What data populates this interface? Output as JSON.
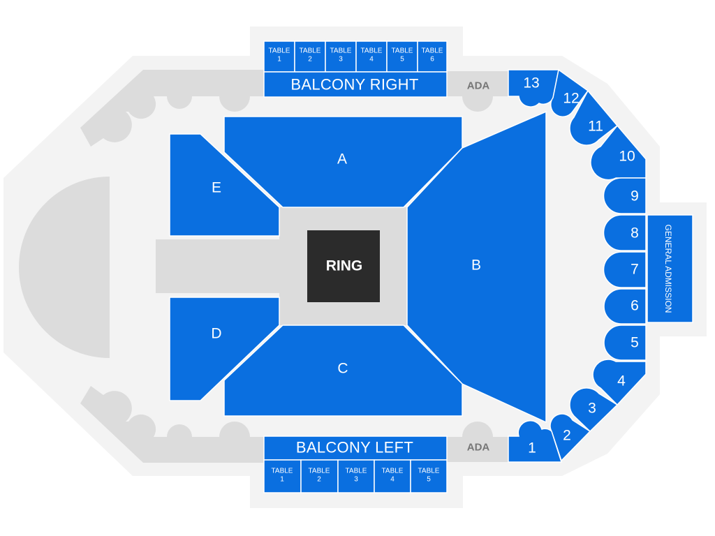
{
  "colors": {
    "section": "#0a6fe0",
    "venue_outer": "#f3f3f3",
    "concourse": "#dcdcdc",
    "ring": "#2b2b2b"
  },
  "ring_label": "RING",
  "floor_sections": {
    "A": "A",
    "B": "B",
    "C": "C",
    "D": "D",
    "E": "E"
  },
  "balcony_right": {
    "label": "BALCONY RIGHT",
    "tables": [
      {
        "line1": "TABLE",
        "line2": "1"
      },
      {
        "line1": "TABLE",
        "line2": "2"
      },
      {
        "line1": "TABLE",
        "line2": "3"
      },
      {
        "line1": "TABLE",
        "line2": "4"
      },
      {
        "line1": "TABLE",
        "line2": "5"
      },
      {
        "line1": "TABLE",
        "line2": "6"
      }
    ]
  },
  "balcony_left": {
    "label": "BALCONY LEFT",
    "tables": [
      {
        "line1": "TABLE",
        "line2": "1"
      },
      {
        "line1": "TABLE",
        "line2": "2"
      },
      {
        "line1": "TABLE",
        "line2": "3"
      },
      {
        "line1": "TABLE",
        "line2": "4"
      },
      {
        "line1": "TABLE",
        "line2": "5"
      }
    ]
  },
  "ada_top": "ADA",
  "ada_bottom": "ADA",
  "riser_sections": [
    "1",
    "2",
    "3",
    "4",
    "5",
    "6",
    "7",
    "8",
    "9",
    "10",
    "11",
    "12",
    "13"
  ],
  "general_admission": "GENERAL ADMISSION"
}
